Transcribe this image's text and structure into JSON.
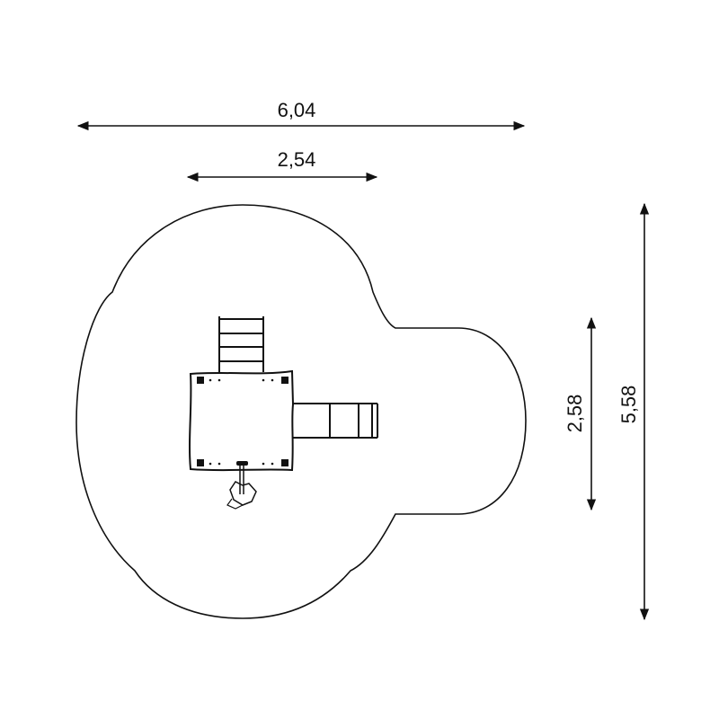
{
  "dimensions": {
    "overall_width": "6,04",
    "platform_width": "2,54",
    "slide_lobe_depth": "2,58",
    "overall_depth": "5,58"
  },
  "colors": {
    "line": "#111111",
    "background": "#ffffff"
  }
}
